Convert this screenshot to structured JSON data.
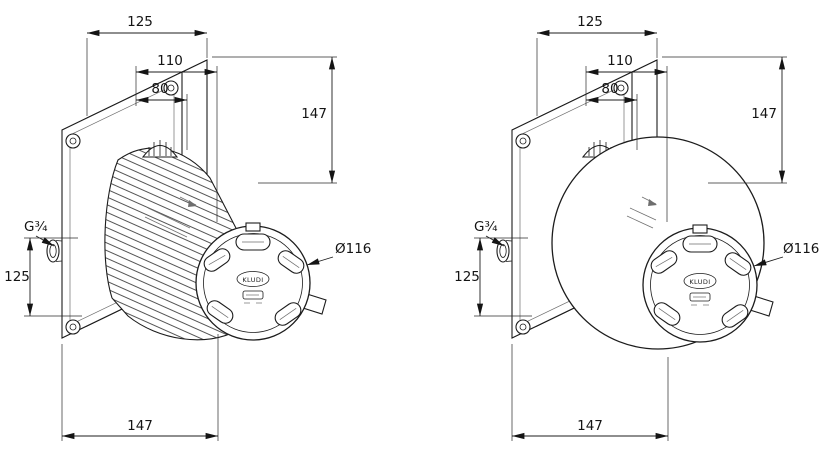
{
  "drawing": {
    "kind": "technical-dimension-drawing",
    "logo": "KLUDI",
    "colors": {
      "line": "#1c1c1c",
      "background": "#ffffff"
    },
    "views": [
      {
        "label": "concealed-valve-body",
        "dims": {
          "top_overall": "125",
          "top_mid": "110",
          "top_inner": "80",
          "right_height": "147",
          "thread_size": "G¾",
          "left_height": "125",
          "face_diameter": "Ø116",
          "bottom_depth": "147"
        }
      },
      {
        "label": "concealed-valve-body-with-seal-collar",
        "dims": {
          "top_overall": "125",
          "top_mid": "110",
          "top_inner": "80",
          "right_height": "147",
          "thread_size": "G¾",
          "left_height": "125",
          "face_diameter": "Ø116",
          "bottom_depth": "147"
        }
      }
    ]
  }
}
